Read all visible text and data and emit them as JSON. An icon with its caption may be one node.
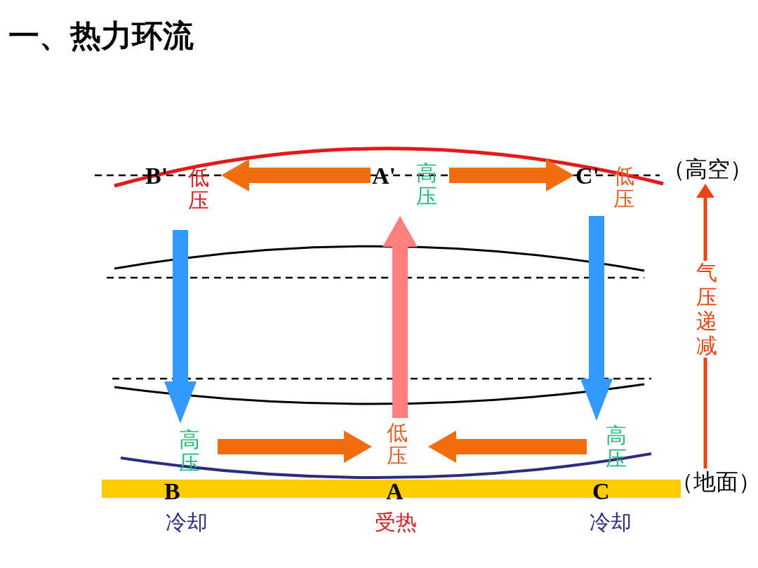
{
  "diagram": {
    "title": "一、热力环流",
    "nodes": [
      {
        "text": [
          "B'"
        ],
        "beside": [
          "低压"
        ]
      },
      {
        "text": [
          "A'"
        ],
        "beside": [
          "高压"
        ]
      },
      {
        "text": [
          "C'"
        ],
        "beside": [
          "低压"
        ]
      },
      {
        "text": [
          "B"
        ],
        "beside": [
          "高压",
          "冷却"
        ]
      },
      {
        "text": [
          "A"
        ],
        "beside": [
          "低压",
          "受热"
        ]
      },
      {
        "text": [
          "C"
        ],
        "beside": [
          "高压",
          "冷却"
        ]
      },
      {
        "text": [
          "（地面）"
        ]
      },
      {
        "text": [
          "（高空）"
        ]
      }
    ],
    "edges": [
      {
        "from": 1,
        "to": 0,
        "arrow": "to",
        "style": "thick",
        "color": "#f26c10"
      },
      {
        "from": 1,
        "to": 2,
        "arrow": "to",
        "style": "thick",
        "color": "#f26c10"
      },
      {
        "from": 0,
        "to": 3,
        "arrow": "to",
        "style": "thick",
        "color": "#3399ff"
      },
      {
        "from": 2,
        "to": 5,
        "arrow": "to",
        "style": "thick",
        "color": "#3399ff"
      },
      {
        "from": 4,
        "to": 1,
        "arrow": "to",
        "style": "thick",
        "color": "#ff7f7f"
      },
      {
        "from": 3,
        "to": 4,
        "arrow": "to",
        "style": "thick",
        "color": "#f26c10"
      },
      {
        "from": 5,
        "to": 4,
        "arrow": "to",
        "style": "thick",
        "color": "#f26c10"
      },
      {
        "from": 6,
        "to": 7,
        "arrow": "to",
        "label": "气压递减",
        "color": "#ee4411"
      }
    ]
  }
}
